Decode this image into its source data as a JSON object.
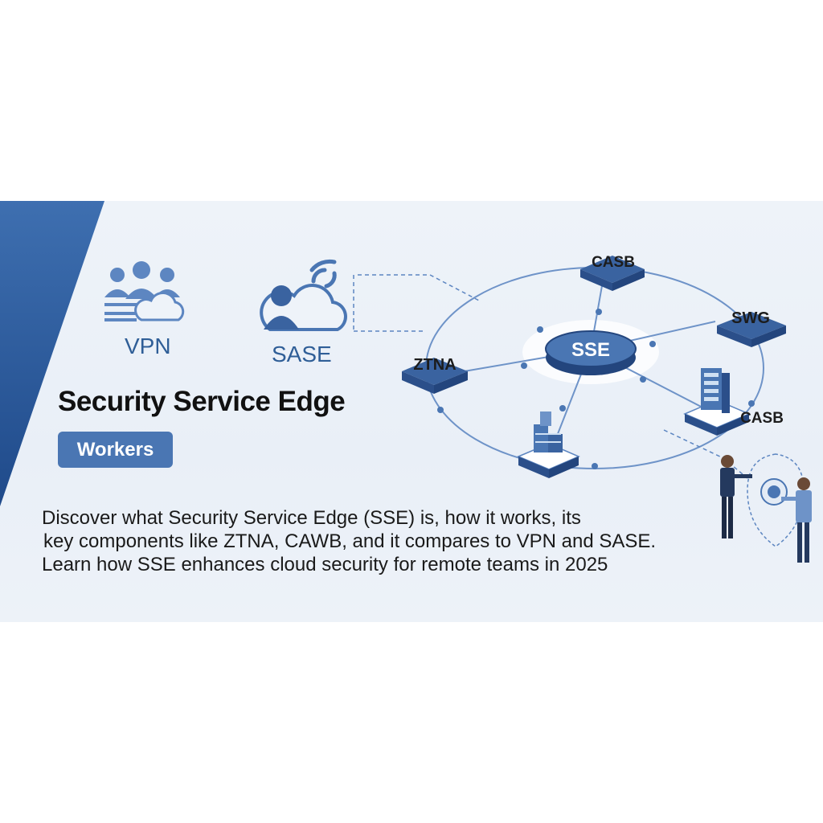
{
  "left_labels": {
    "vpn": "VPN",
    "sase": "SASE"
  },
  "title": "Security Service Edge",
  "badge": "Workers",
  "description": [
    "Discover what Security Service Edge (SSE) is, how it works, its",
    "key components like ZTNA, CAWB, and it compares to VPN and SASE.",
    "Learn how SSE enhances cloud security for remote teams in 2025"
  ],
  "diagram": {
    "center": "SSE",
    "nodes": {
      "top": "CASB",
      "right": "SWG",
      "left": "ZTNA",
      "bottom_right": "CASB"
    }
  },
  "colors": {
    "accent": "#4a76b3",
    "dark_blue": "#1f4a8a",
    "line": "#5d86c1"
  },
  "icons": [
    "users-cloud-icon",
    "user-cloud-wifi-icon",
    "server-rack-icon",
    "data-blocks-icon",
    "people-shield-icon"
  ]
}
